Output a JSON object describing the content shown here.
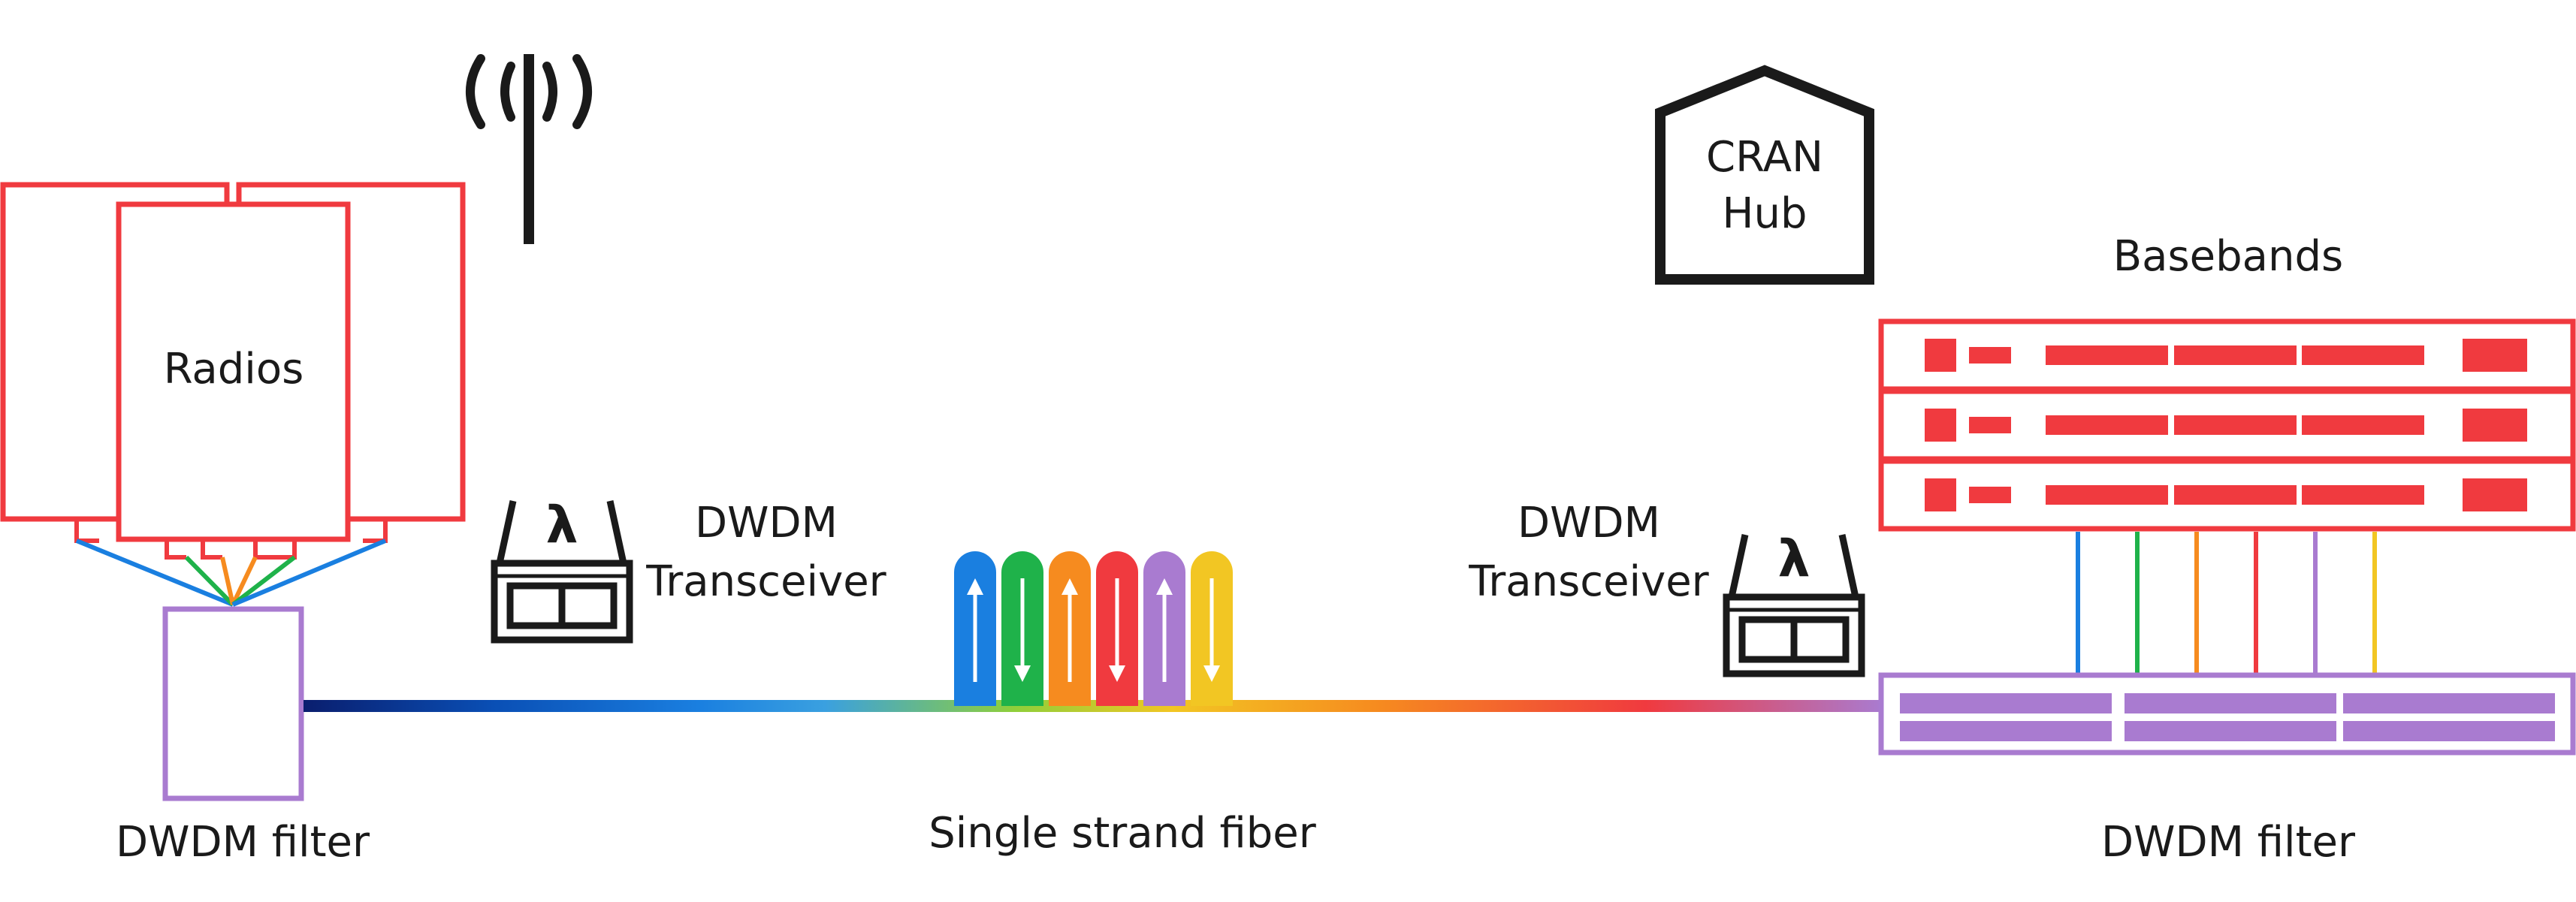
{
  "labels": {
    "radios": "Radios",
    "transceiver_left": [
      "DWDM",
      "Transceiver"
    ],
    "transceiver_right": [
      "DWDM",
      "Transceiver"
    ],
    "hub": [
      "CRAN",
      "Hub"
    ],
    "basebands": "Basebands",
    "filter_left": "DWDM filter",
    "filter_right": "DWDM filter",
    "fiber": "Single strand fiber",
    "lambda": "λ"
  },
  "icons": {
    "antenna": "antenna-icon",
    "transceiver": "sfp-transceiver-icon",
    "hub": "house-icon"
  },
  "colors": {
    "radio_red": "#f03a3f",
    "filter_purple": "#a97bd0",
    "outline_black": "#1a1a1a",
    "channels": [
      "#1a7fe0",
      "#1fb24a",
      "#f68b1f",
      "#f03a3f",
      "#a97bd0",
      "#f2c623"
    ],
    "fiber_gradient": [
      "#0a1e6e",
      "#0a4fb5",
      "#1a7fe0",
      "#3aa0e0",
      "#8fcf3a",
      "#f2c623",
      "#f68b1f",
      "#f03a3f",
      "#a97bd0"
    ]
  },
  "channel_arrows": [
    "up",
    "down",
    "up",
    "down",
    "up",
    "down"
  ]
}
